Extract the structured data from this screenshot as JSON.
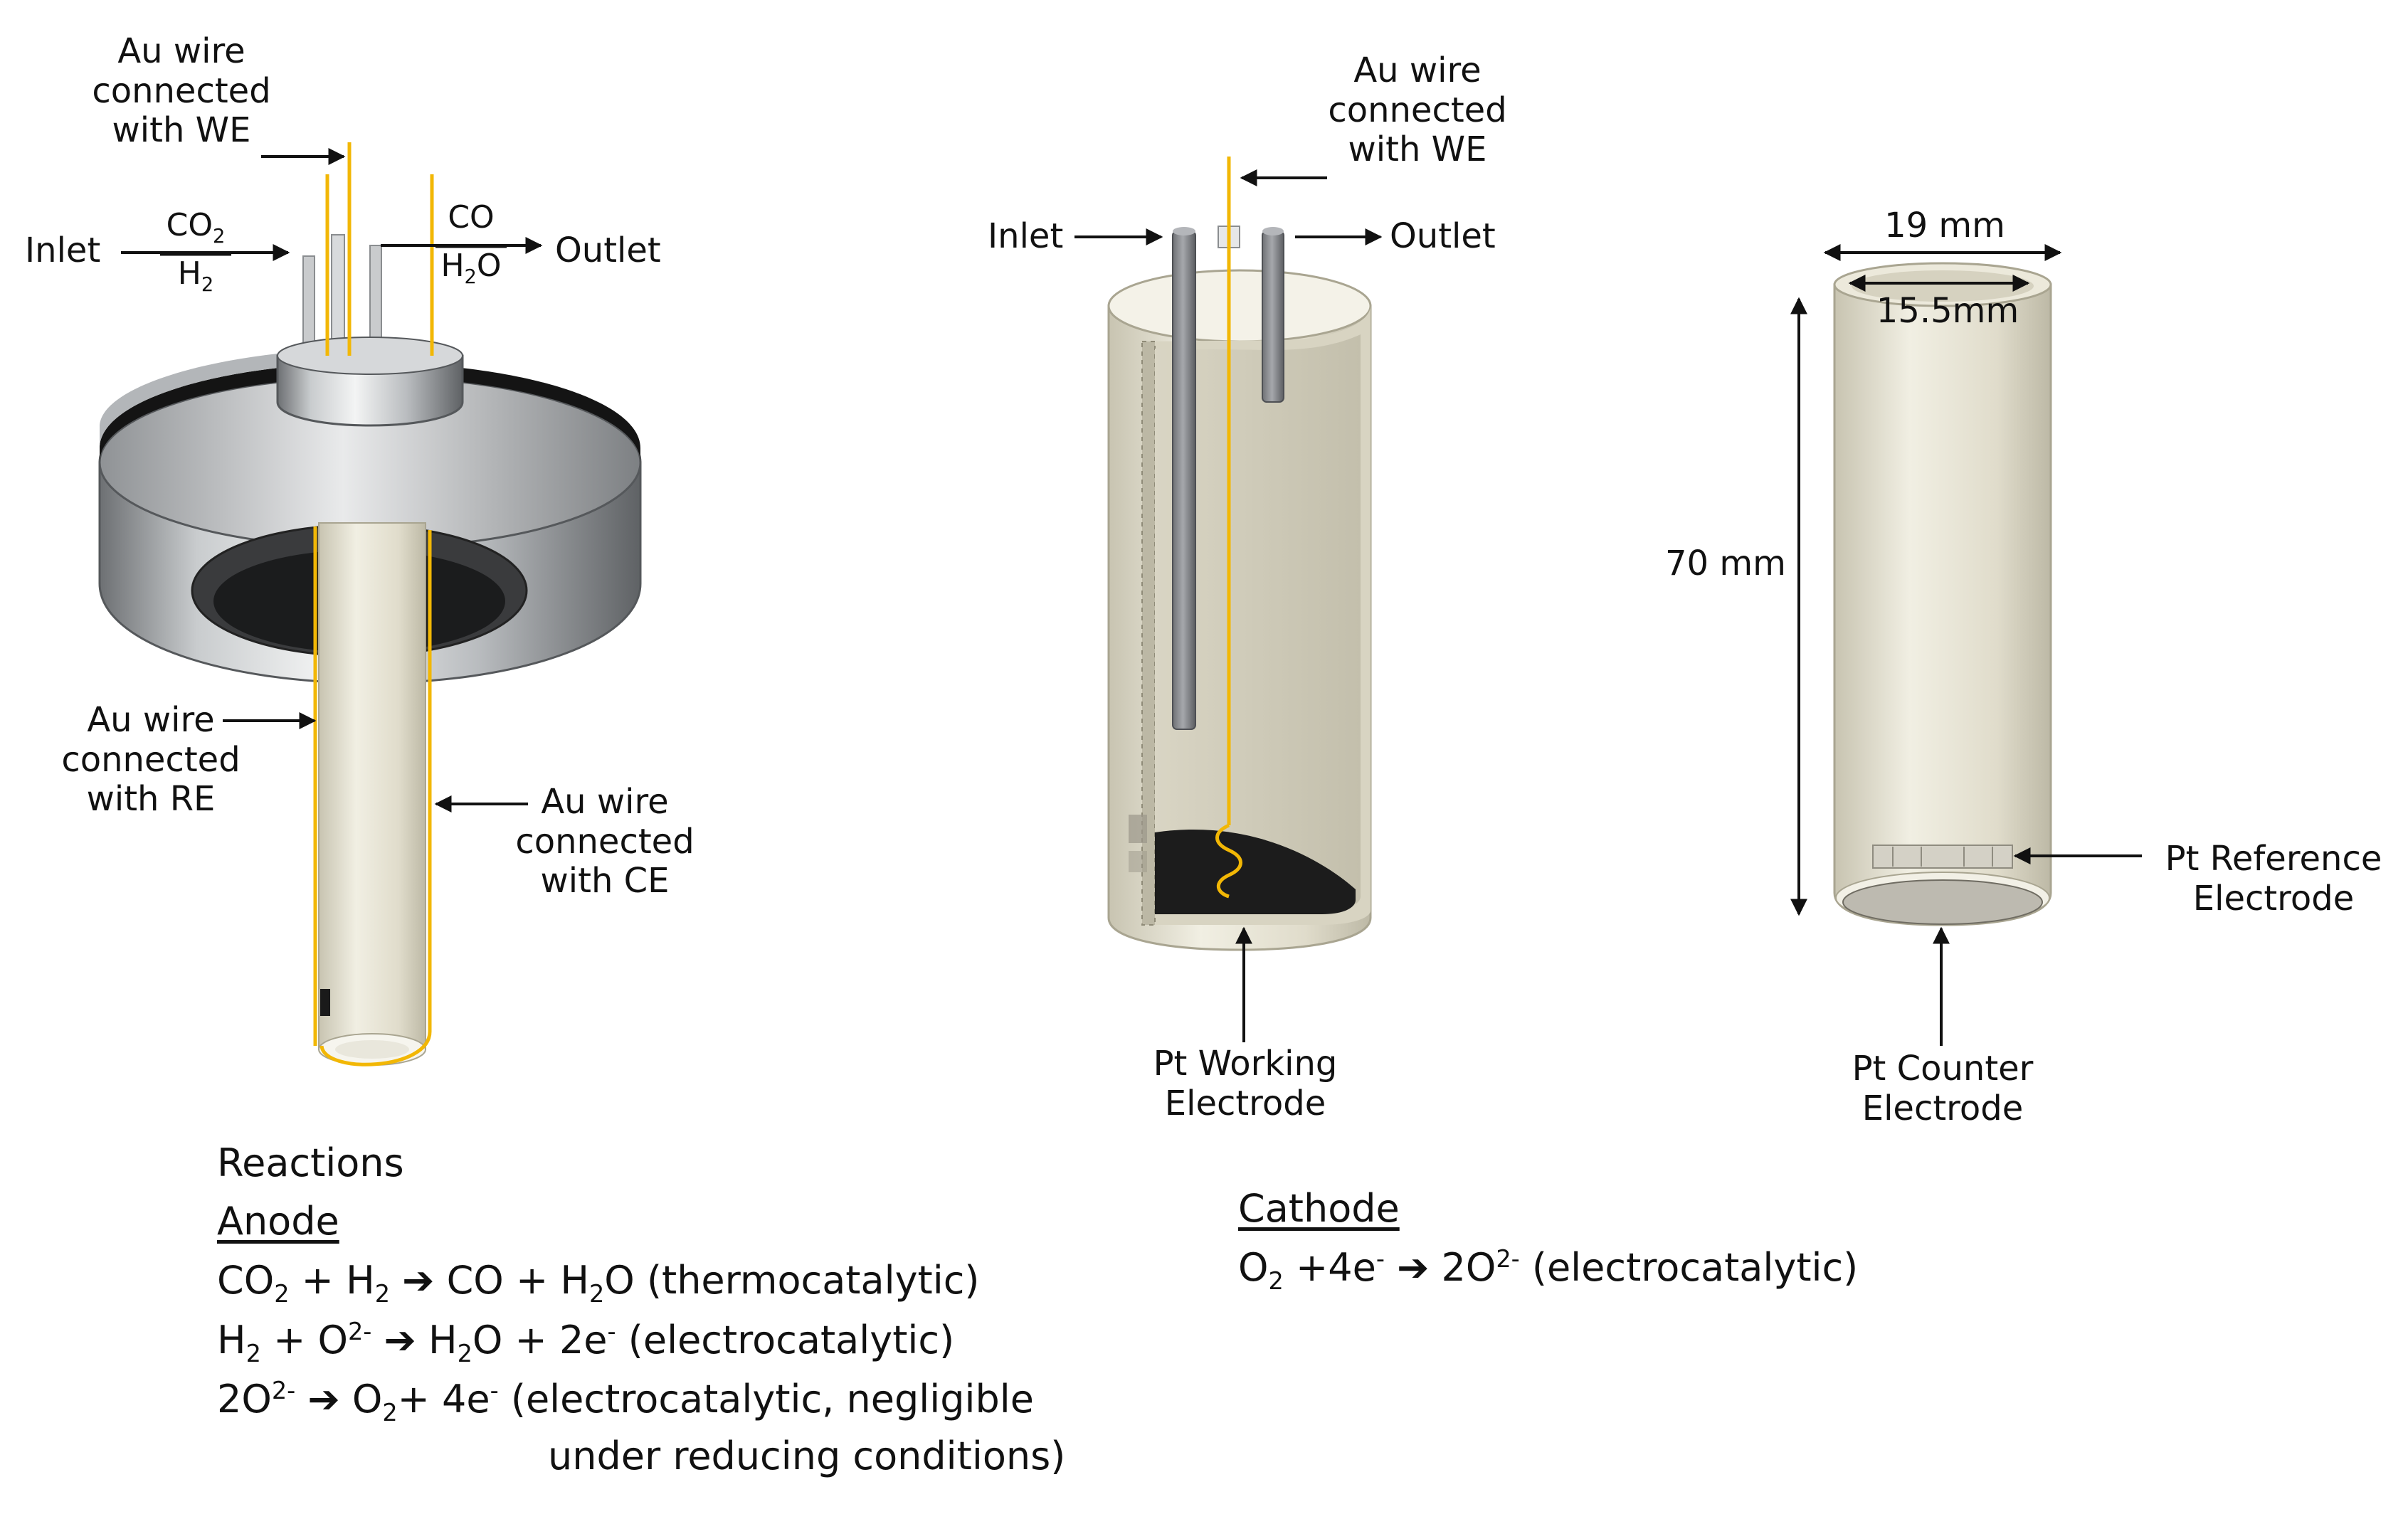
{
  "colors": {
    "au_wire": "#f2b705",
    "ceramic": "#e8e5d6",
    "ceramic_shade": "#cfcbb8",
    "steel": "#b9bcbf",
    "steel_dark": "#6d7073",
    "gasket": "#141414",
    "electrode_black": "#1c1c1c",
    "tube_grey": "#8e9094",
    "text": "#111111"
  },
  "icons": [
    "arrow-right-icon",
    "arrow-left-icon",
    "arrow-up-icon",
    "dimension-arrow-icon",
    "yield-arrow-icon"
  ],
  "assembly": {
    "au_wire_we": [
      "Au wire",
      "connected",
      "with WE"
    ],
    "inlet": "Inlet",
    "inlet_gas_top": "CO",
    "inlet_gas_top_sub": "2",
    "inlet_gas_bottom": "H",
    "inlet_gas_bottom_sub": "2",
    "outlet_gas_top": "CO",
    "outlet_gas_bottom": "H",
    "outlet_gas_bottom_sub": "2",
    "outlet_gas_bottom_tail": "O",
    "outlet": "Outlet",
    "au_wire_re": [
      "Au wire",
      "connected",
      "with RE"
    ],
    "au_wire_ce": [
      "Au wire",
      "connected",
      "with CE"
    ]
  },
  "cutaway": {
    "au_wire_we": [
      "Au wire",
      "connected",
      "with WE"
    ],
    "inlet": "Inlet",
    "outlet": "Outlet",
    "working_electrode": [
      "Pt Working",
      "Electrode"
    ]
  },
  "tube": {
    "outer_diameter": "19 mm",
    "inner_diameter": "15.5mm",
    "length": "70 mm",
    "reference_electrode": [
      "Pt Reference",
      "Electrode"
    ],
    "counter_electrode": [
      "Pt Counter",
      "Electrode"
    ]
  },
  "reactions": {
    "title": "Reactions",
    "anode_heading": "Anode",
    "anode_1": {
      "a": "CO",
      "a_sub": "2",
      "plus1": " + H",
      "b_sub": "2",
      "product": " CO + H",
      "c_sub": "2",
      "tail": "O (thermocatalytic)"
    },
    "anode_2": {
      "a": "H",
      "a_sub": "2",
      "plus": " + O",
      "o_sup": "2-",
      "product": " H",
      "p_sub": "2",
      "tail": "O + 2e",
      "e_sup": "-",
      "note": " (electrocatalytic)"
    },
    "anode_3": {
      "a": "2O",
      "a_sup": "2-",
      "product": " O",
      "p_sub": "2",
      "tail": "+ 4e",
      "e_sup": "-",
      "note": " (electrocatalytic, negligible",
      "note_line2": "under reducing conditions)"
    },
    "cathode_heading": "Cathode",
    "cathode_1": {
      "a": "O",
      "a_sub": "2",
      "mid": " +4e",
      "e_sup": "-",
      "product": " 2O",
      "p_sup": "2-",
      "note": " (electrocatalytic)"
    }
  }
}
